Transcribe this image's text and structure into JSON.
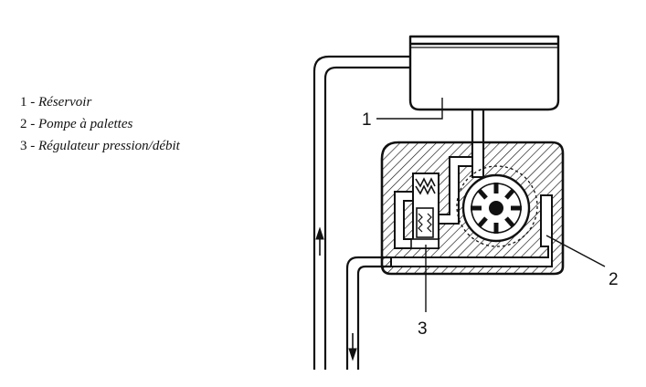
{
  "legend": [
    {
      "num": "1",
      "sep": " - ",
      "term": "Réservoir"
    },
    {
      "num": "2",
      "sep": " - ",
      "term": "Pompe à palettes"
    },
    {
      "num": "3",
      "sep": " - ",
      "term": "Régulateur pression/débit"
    }
  ],
  "callouts": {
    "reservoir": "1",
    "pump": "2",
    "regulator": "3"
  }
}
